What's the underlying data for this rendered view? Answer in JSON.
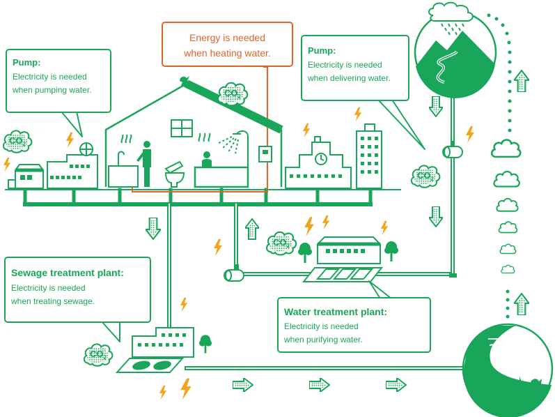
{
  "callouts": {
    "pump_left": {
      "title": "Pump:",
      "line1": "Electricity is needed",
      "line2": "when pumping water."
    },
    "heating": {
      "line1": "Energy is needed",
      "line2": "when heating water."
    },
    "pump_right": {
      "title": "Pump:",
      "line1": "Electricity is needed",
      "line2": "when delivering water."
    },
    "sewage": {
      "title": "Sewage treatment plant:",
      "line1": "Electricity is needed",
      "line2": "when treating sewage."
    },
    "water": {
      "title": "Water treatment plant:",
      "line1": "Electricity is needed",
      "line2": "when purifying water."
    }
  },
  "co2": {
    "c": "CO",
    "sub": "2"
  },
  "colors": {
    "green": "#1aa65a",
    "orange": "#e0642a",
    "bolt": "#f2a51c"
  }
}
